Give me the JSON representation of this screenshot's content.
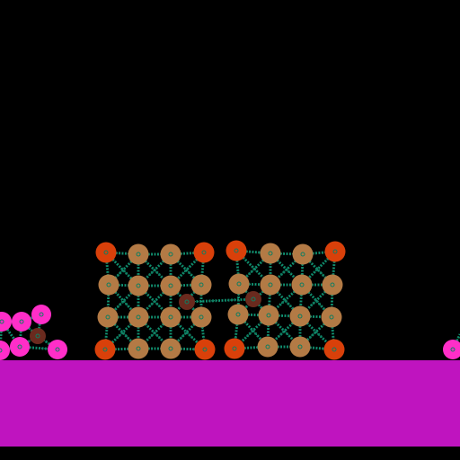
{
  "scene": {
    "background_color": "#000000",
    "ground_color": "#BF14BF",
    "spring_color": "#0E7E62",
    "spring_dot_color": "#14A07C",
    "corner_node_color": "#D9400A",
    "edge_node_color": "#B37A45",
    "inner_node_color": "#A05A40",
    "pink_node_color": "#FF2EC8",
    "dark_node_color": "#6A2A1E"
  },
  "bodies": [
    {
      "name": "soft-body-cube-left",
      "grid": [
        4,
        4
      ]
    },
    {
      "name": "soft-body-cube-right",
      "grid": [
        4,
        4
      ]
    },
    {
      "name": "soft-body-pink-cluster",
      "grid": [
        3,
        3
      ]
    },
    {
      "name": "soft-body-pink-node-right",
      "grid": [
        1,
        1
      ]
    }
  ]
}
